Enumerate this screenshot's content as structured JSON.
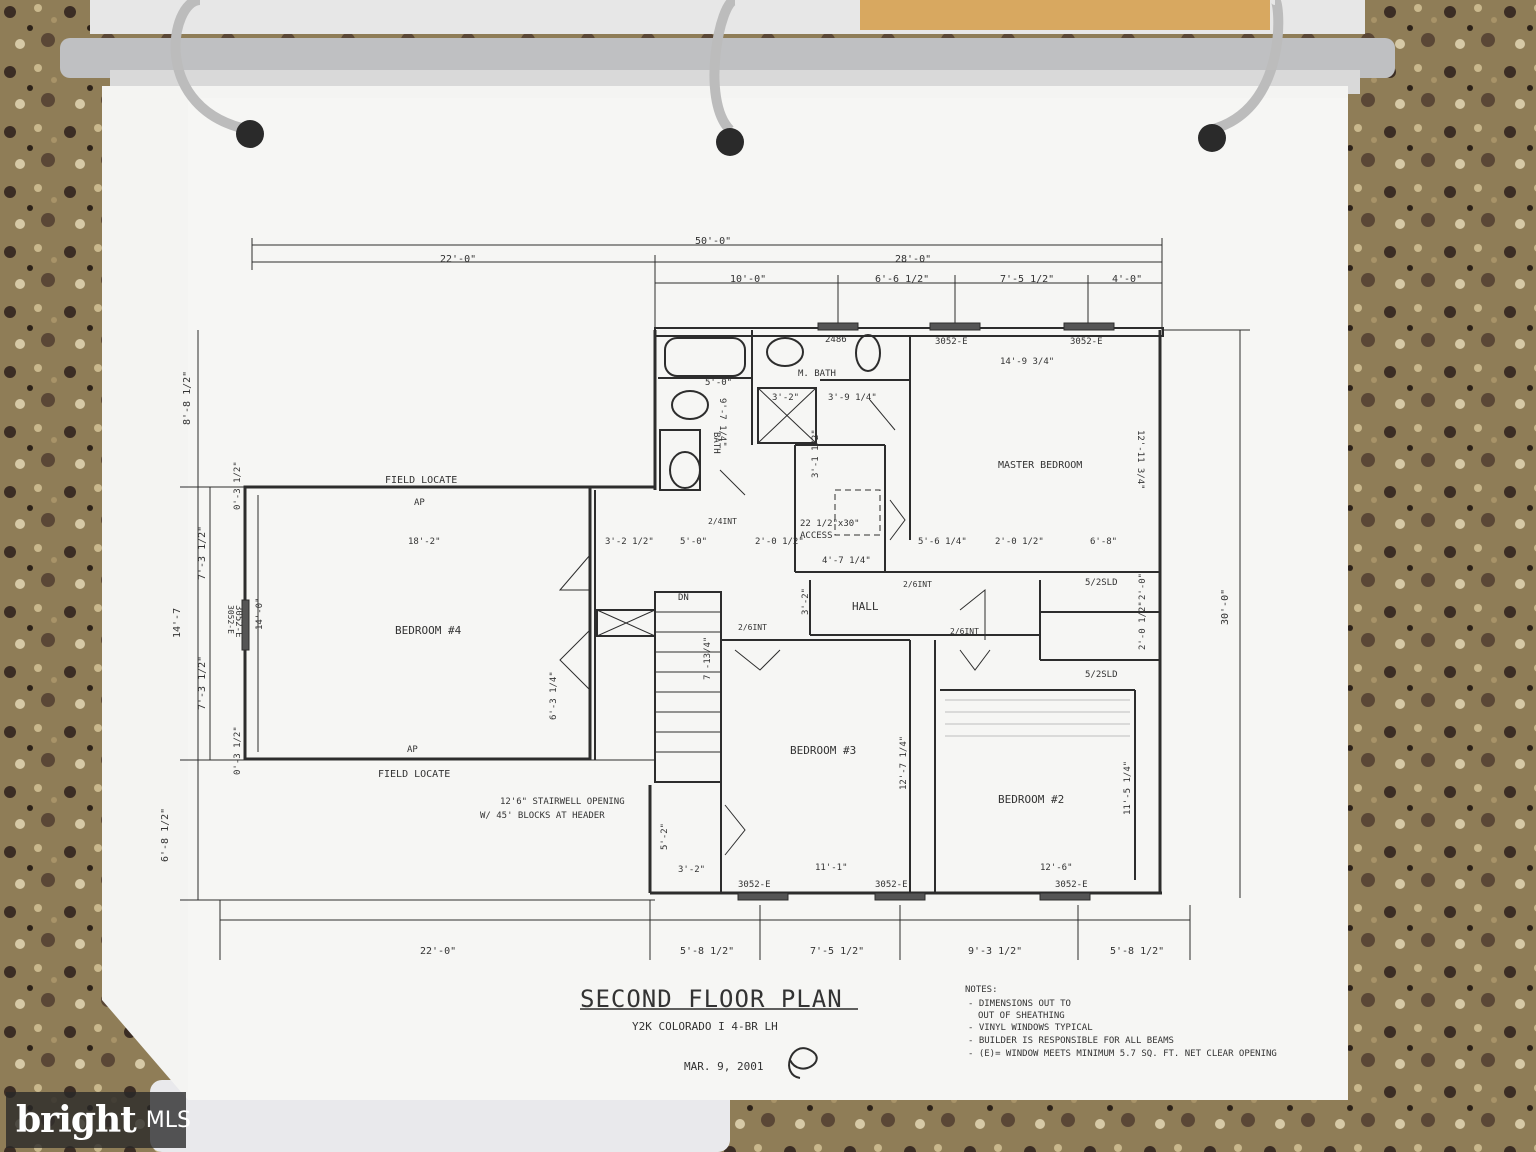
{
  "colors": {
    "counter": "#8a7a55",
    "paper": "#f4f4f2",
    "ink": "#2a2a2a",
    "ring": "#c8c8c8"
  },
  "plan": {
    "title": "SECOND FLOOR PLAN",
    "subtitle": "Y2K COLORADO I 4-BR LH",
    "date": "MAR. 9, 2001",
    "notes_heading": "NOTES:",
    "notes": [
      "- DIMENSIONS OUT TO",
      "OUT OF SHEATHING",
      "- VINYL WINDOWS TYPICAL",
      "- BUILDER IS RESPONSIBLE FOR ALL BEAMS",
      "- (E)= WINDOW MEETS MINIMUM 5.7 SQ. FT. NET CLEAR OPENING"
    ],
    "rooms": {
      "master": "MASTER BEDROOM",
      "bed4": "BEDROOM #4",
      "bed3": "BEDROOM #3",
      "bed2": "BEDROOM #2",
      "hall": "HALL",
      "mbath": "M. BATH",
      "bath": "BATH",
      "access": "ACCESS"
    },
    "dims_top": {
      "overall": "50'-0\"",
      "left": "22'-0\"",
      "right": "28'-0\"",
      "seg1": "10'-0\"",
      "seg2": "6'-6 1/2\"",
      "seg3": "7'-5 1/2\"",
      "seg4": "4'-0\""
    },
    "dims_bottom": {
      "left": "22'-0\"",
      "seg1": "5'-8 1/2\"",
      "seg2": "7'-5 1/2\"",
      "seg3": "9'-3 1/2\"",
      "seg4": "5'-8 1/2\""
    },
    "dims_left": {
      "d1": "8'-8 1/2\"",
      "d2": "7'-3 1/2\"",
      "d3": "14'-7",
      "d4": "7'-3 1/2\"",
      "d5": "6'-8 1/2\""
    },
    "dims_right": {
      "overall": "30'-0\""
    },
    "interior_dims": {
      "master_w": "14'-9 3/4\"",
      "master_h": "12'-11 3/4\"",
      "bed4_w": "18'-2\"",
      "bed4_h": "14'-0\"",
      "bed3_w": "11'-1\"",
      "bed3_h": "12'-7 1/4\"",
      "bed2_w": "12'-6\"",
      "bed2_h": "11'-5 1/4\"",
      "hall_1": "3'-2 1/2\"",
      "hall_2": "5'-0\"",
      "hall_3": "2'-0 1/2\"",
      "hall_4": "5'-6 1/4\"",
      "hall_5": "2'-0 1/2\"",
      "hall_6": "6'-8\"",
      "closet": "4'-7 1/4\"",
      "stair": "7'-13/4\"",
      "bath_w": "5'-0\"",
      "mbath_1": "3'-2\"",
      "mbath_2": "3'-9 1/4\"",
      "bath_h": "9'-7 1/4\"",
      "hall_3b": "3'-1 1/2\"",
      "stair_w": "3'-2\"",
      "stair_h": "5'-2\"",
      "side1": "2'-0\"",
      "side2": "2'-0 1/2\"",
      "bed4_closet": "6'-3 1/4\"",
      "bed4_top": "0'-3 1/2\"",
      "bed4_bot": "0'-3 1/2\"",
      "hall_w": "3'-2\""
    },
    "labels": {
      "field_top": "FIELD LOCATE",
      "field_bot": "FIELD LOCATE",
      "ap_top": "AP",
      "ap_bot": "AP",
      "win1": "3052-E",
      "win2": "3052-E",
      "win3": "3052-E",
      "win4": "3052-E",
      "win5": "3052-E",
      "win6": "3052-E",
      "win_left": "3052-E",
      "sld1": "5/2SLD",
      "sld2": "5/2SLD",
      "door_2486": "2486",
      "stair_note_1": "12'6\" STAIRWELL OPENING",
      "stair_note_2": "W/ 45' BLOCKS AT HEADER",
      "dn": "DN",
      "access_size": "22 1/2\"x30\"",
      "d_2468_1": "2/4INT",
      "d_2468_2": "2/6INT",
      "d_2468_3": "2/6INT",
      "d_2468_4": "2/6INT"
    }
  },
  "watermark": {
    "brand": "bright",
    "suffix": "MLS"
  }
}
